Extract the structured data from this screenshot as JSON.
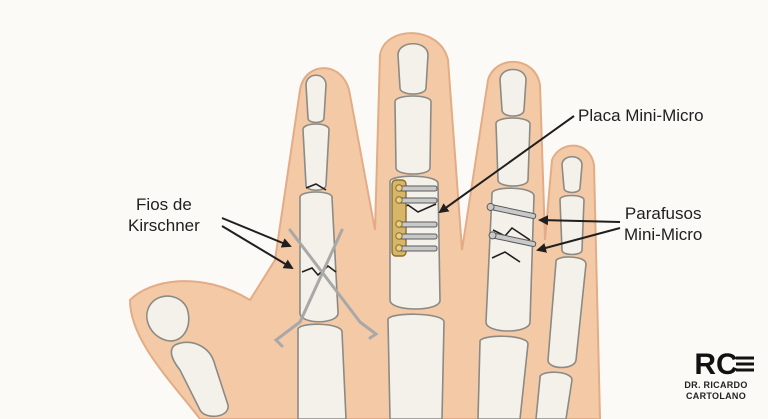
{
  "labels": {
    "fios_de": "Fios de",
    "kirschner": "Kirschner",
    "placa": "Placa Mini-Micro",
    "parafusos": "Parafusos",
    "mini_micro": "Mini-Micro"
  },
  "logo": {
    "monogram": "RC",
    "line1": "DR. RICARDO",
    "line2": "CARTOLANO"
  },
  "colors": {
    "background": "#fbfaf6",
    "skin": "#f4c9a6",
    "skin_outline": "#e3ac86",
    "bone": "#f3f1ea",
    "bone_outline": "#8c8a84",
    "plate": "#d8b668",
    "wire": "#b9b9b9"
  }
}
